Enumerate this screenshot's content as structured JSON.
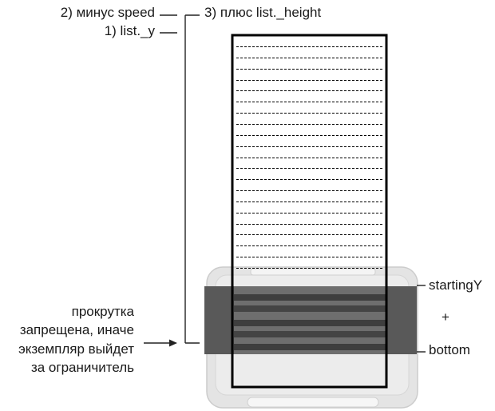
{
  "labels": {
    "minus_speed": "2) минус speed",
    "list_y": "1) list._y",
    "plus_height": "3) плюс list._height",
    "starting_y": "startingY",
    "plus_sign": "+",
    "bottom": "bottom",
    "note_lines": [
      "прокрутка",
      "запрещена, иначе",
      "экземпляр выйдет",
      "за ограничитель"
    ]
  },
  "list": {
    "row_count": 21
  },
  "colors": {
    "mask_band": "#585858",
    "mask_stripe_dark": "#3c3c3c",
    "mask_stripe_light": "#7a7a7a",
    "device_body": "#e3e3e3",
    "device_border": "#cfcfcf",
    "list_border": "#000000",
    "dashed_line": "#000000"
  }
}
